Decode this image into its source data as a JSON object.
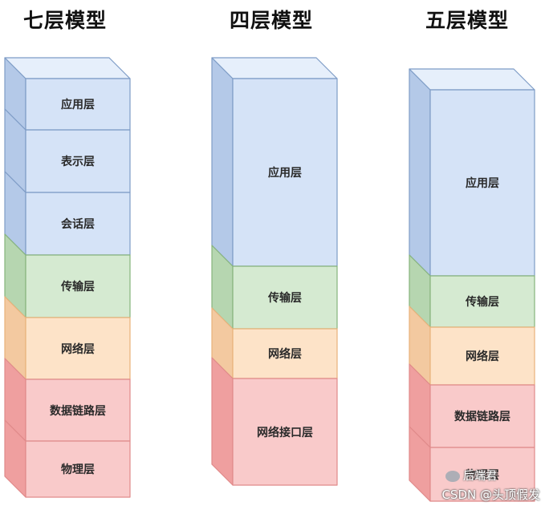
{
  "colors": {
    "application": {
      "front": "#d5e3f7",
      "side": "#b4c9e8",
      "top": "#e6effb",
      "stroke": "#7e9cc6"
    },
    "transport": {
      "front": "#d5ead1",
      "side": "#b6d6b0",
      "top": "#e3f2df",
      "stroke": "#86b37c"
    },
    "network": {
      "front": "#fde3c8",
      "side": "#f3c9a0",
      "top": "#fff0df",
      "stroke": "#e8b27a"
    },
    "link": {
      "front": "#f9caca",
      "side": "#ef9f9f",
      "top": "#fde0e0",
      "stroke": "#e08a8a"
    }
  },
  "models": [
    {
      "title": "七层模型",
      "layers": [
        {
          "label": "应用层",
          "kind": "application"
        },
        {
          "label": "表示层",
          "kind": "application"
        },
        {
          "label": "会话层",
          "kind": "application"
        },
        {
          "label": "传输层",
          "kind": "transport"
        },
        {
          "label": "网络层",
          "kind": "network"
        },
        {
          "label": "数据链路层",
          "kind": "link"
        },
        {
          "label": "物理层",
          "kind": "link"
        }
      ]
    },
    {
      "title": "四层模型",
      "layers": [
        {
          "label": "应用层",
          "kind": "application"
        },
        {
          "label": "传输层",
          "kind": "transport"
        },
        {
          "label": "网络层",
          "kind": "network"
        },
        {
          "label": "网络接口层",
          "kind": "link"
        }
      ]
    },
    {
      "title": "五层模型",
      "layers": [
        {
          "label": "应用层",
          "kind": "application"
        },
        {
          "label": "传输层",
          "kind": "transport"
        },
        {
          "label": "网络层",
          "kind": "network"
        },
        {
          "label": "数据链路层",
          "kind": "link"
        },
        {
          "label": "物理层",
          "kind": "link"
        }
      ]
    }
  ],
  "watermark": {
    "line1": "后端君",
    "line2": "CSDN @头顶假发"
  }
}
